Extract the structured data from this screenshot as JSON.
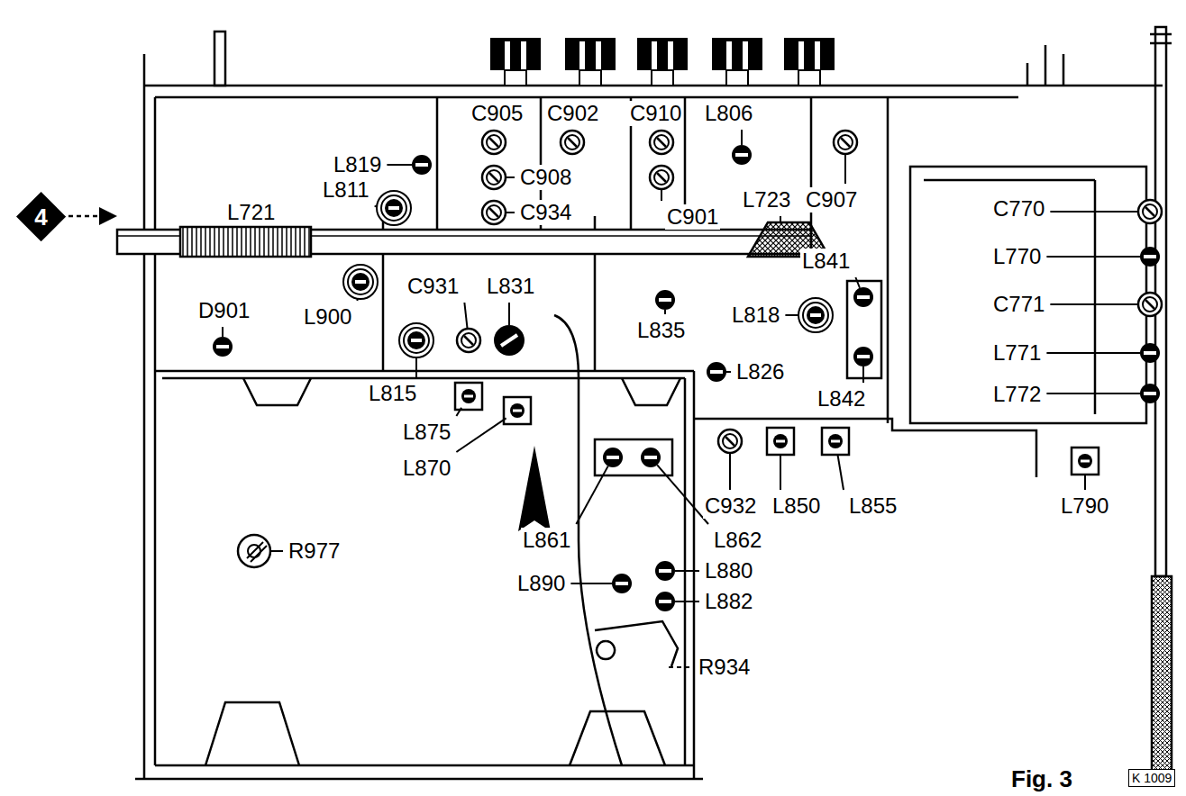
{
  "diagram": {
    "nodes": [
      {
        "text": [
          "4"
        ]
      },
      {
        "text": [
          "K 1009"
        ]
      }
    ],
    "labels": [
      "C905",
      "C902",
      "C910",
      "L806",
      "L819",
      "C908",
      "C907",
      "L811",
      "C934",
      "C901",
      "L723",
      "C770",
      "L721",
      "L770",
      "L841",
      "L818",
      "L900",
      "C931",
      "L831",
      "C771",
      "D901",
      "L835",
      "L771",
      "L826",
      "L842",
      "L772",
      "L815",
      "L875",
      "L870",
      "C932",
      "L850",
      "L855",
      "L790",
      "L861",
      "L862",
      "L880",
      "L890",
      "L882",
      "R977",
      "R934",
      "Fig. 3"
    ]
  }
}
